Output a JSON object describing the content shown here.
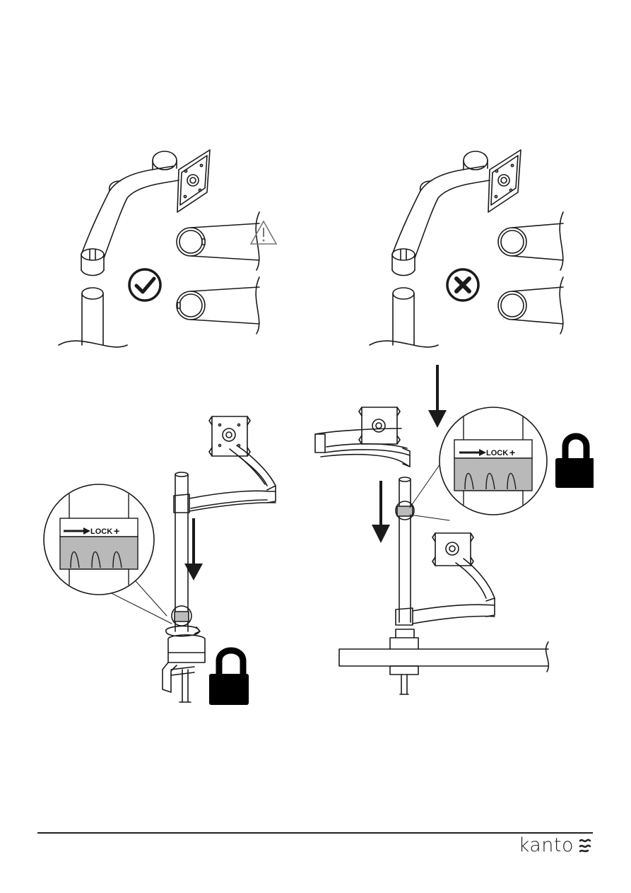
{
  "manual": {
    "step_image": "monitor-arm-pole-installation",
    "correct_icon": "checkmark-icon",
    "incorrect_icon": "cross-icon",
    "warning_icon": "warning-triangle-icon",
    "lock_icon": "padlock-icon",
    "collar_label": "LOCK",
    "collar_plus": "+"
  },
  "footer": {
    "brand_name": "kanto",
    "brand_icon": "kanto-logo-icon"
  },
  "colors": {
    "ink": "#1a1a1a",
    "collar_grey": "#b9b9b9",
    "rule": "#222222"
  }
}
